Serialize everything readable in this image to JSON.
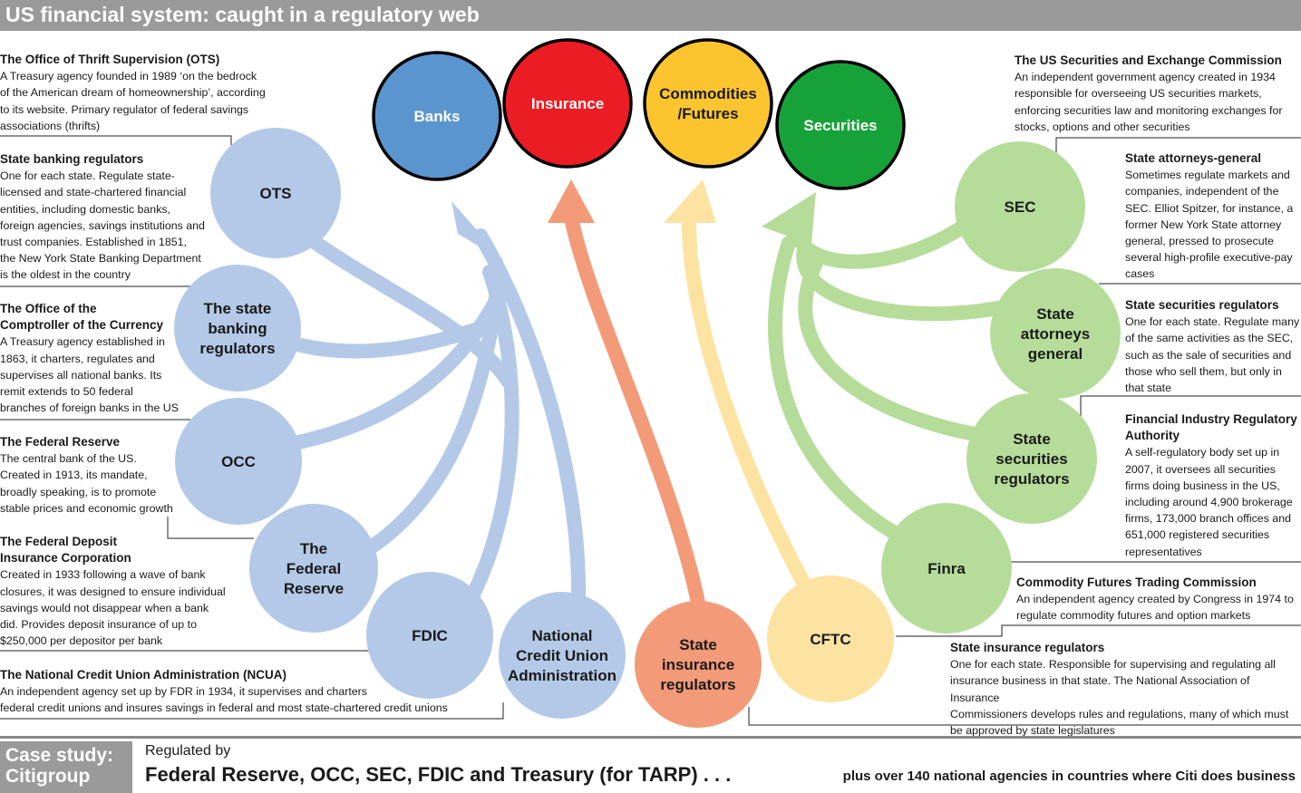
{
  "title": "US financial system: caught in a regulatory web",
  "sectors": [
    {
      "id": "banks",
      "label": [
        "Banks"
      ],
      "color": "#5b95cf",
      "text": "#ffffff"
    },
    {
      "id": "insurance",
      "label": [
        "Insurance"
      ],
      "color": "#ec1c24",
      "text": "#ffffff"
    },
    {
      "id": "commodities",
      "label": [
        "Commodities",
        "/Futures"
      ],
      "color": "#fcc52f",
      "text": "#1a1a1a"
    },
    {
      "id": "securities",
      "label": [
        "Securities"
      ],
      "color": "#17a239",
      "text": "#ffffff"
    }
  ],
  "regulators": [
    {
      "id": "ots",
      "label": [
        "OTS"
      ],
      "sector": "banks",
      "color": "#b3c9e7"
    },
    {
      "id": "state-banking",
      "label": [
        "The state",
        "banking",
        "regulators"
      ],
      "sector": "banks",
      "color": "#b3c9e7"
    },
    {
      "id": "occ",
      "label": [
        "OCC"
      ],
      "sector": "banks",
      "color": "#b3c9e7"
    },
    {
      "id": "fed",
      "label": [
        "The",
        "Federal",
        "Reserve"
      ],
      "sector": "banks",
      "color": "#b3c9e7"
    },
    {
      "id": "fdic",
      "label": [
        "FDIC"
      ],
      "sector": "banks",
      "color": "#b3c9e7"
    },
    {
      "id": "ncua",
      "label": [
        "National",
        "Credit Union",
        "Administration"
      ],
      "sector": "banks",
      "color": "#b3c9e7"
    },
    {
      "id": "state-insurance",
      "label": [
        "State",
        "insurance",
        "regulators"
      ],
      "sector": "insurance",
      "color": "#f39a78"
    },
    {
      "id": "cftc",
      "label": [
        "CFTC"
      ],
      "sector": "commodities",
      "color": "#fde3a2"
    },
    {
      "id": "finra",
      "label": [
        "Finra"
      ],
      "sector": "securities",
      "color": "#b6dc9a"
    },
    {
      "id": "state-securities",
      "label": [
        "State",
        "securities",
        "regulators"
      ],
      "sector": "securities",
      "color": "#b6dc9a"
    },
    {
      "id": "state-ag",
      "label": [
        "State",
        "attorneys",
        "general"
      ],
      "sector": "securities",
      "color": "#b6dc9a"
    },
    {
      "id": "sec",
      "label": [
        "SEC"
      ],
      "sector": "securities",
      "color": "#b6dc9a"
    }
  ],
  "descriptions": [
    {
      "id": "ots",
      "heading": "The Office of Thrift Supervision (OTS)",
      "lines": [
        "A Treasury agency founded in 1989 ‘on the bedrock",
        "of the American dream of homeownership’, according",
        "to its website. Primary regulator of federal savings",
        "associations (thrifts)"
      ]
    },
    {
      "id": "state-banking",
      "heading": "State banking regulators",
      "lines": [
        "One for each state. Regulate state-",
        "licensed and state-chartered financial",
        "entities, including domestic banks,",
        "foreign agencies, savings institutions and",
        "trust companies. Established in 1851,",
        "the New York State Banking Department",
        "is the oldest in the country"
      ]
    },
    {
      "id": "occ",
      "heading": "The Office of the\nComptroller of the Currency",
      "lines": [
        "A Treasury agency established in",
        "1863, it charters, regulates and",
        "supervises all national banks. Its",
        "remit extends to 50 federal",
        "branches of foreign banks in the US"
      ]
    },
    {
      "id": "fed",
      "heading": "The Federal Reserve",
      "lines": [
        "The central bank of the US.",
        "Created in 1913, its mandate,",
        "broadly speaking, is to promote",
        "stable prices and economic growth"
      ]
    },
    {
      "id": "fdic",
      "heading": "The Federal Deposit\nInsurance Corporation",
      "lines": [
        "Created in 1933 following a wave of bank",
        "closures, it was designed to ensure individual",
        "savings would not disappear when a bank",
        "did. Provides deposit insurance of up to",
        "$250,000 per depositor per bank"
      ]
    },
    {
      "id": "ncua",
      "heading": "The National Credit Union Administration (NCUA)",
      "lines": [
        "An independent agency set up by FDR in 1934, it supervises and charters",
        "federal credit unions and insures savings in federal and most state-chartered credit unions"
      ]
    },
    {
      "id": "sec",
      "heading": "The US Securities and Exchange Commission",
      "lines": [
        "An independent government agency created in 1934",
        "responsible for overseeing US securities markets,",
        "enforcing securities law and monitoring exchanges for",
        "stocks, options and other securities"
      ]
    },
    {
      "id": "state-ag",
      "heading": "State attorneys-general",
      "lines": [
        "Sometimes regulate markets and",
        "companies, independent of the",
        "SEC. Elliot Spitzer, for instance, a",
        "former New York State attorney",
        "general, pressed to prosecute",
        "several high-profile executive-pay",
        "cases"
      ]
    },
    {
      "id": "state-securities",
      "heading": "State securities regulators",
      "lines": [
        "One for each state. Regulate many",
        "of the same activities as the SEC,",
        "such as the sale of securities and",
        "those who sell them, but only in",
        "that state"
      ]
    },
    {
      "id": "finra",
      "heading": "Financial Industry Regulatory\nAuthority",
      "lines": [
        "A self-regulatory body set up in",
        "2007, it oversees all securities",
        "firms doing business in the US,",
        "including around 4,900 brokerage",
        "firms, 173,000 branch offices and",
        "651,000 registered securities",
        "representatives"
      ]
    },
    {
      "id": "cftc",
      "heading": "Commodity Futures Trading Commission",
      "lines": [
        "An independent agency created by Congress in 1974 to",
        "regulate commodity futures and option markets"
      ]
    },
    {
      "id": "state-insurance",
      "heading": "State insurance regulators",
      "lines": [
        "One for each state. Responsible for supervising and regulating all",
        "insurance business in that state. The National Association of Insurance",
        "Commissioners develops rules and regulations, many of which must",
        "be approved by state legislatures"
      ]
    }
  ],
  "footer": {
    "case_study": [
      "Case study:",
      "Citigroup"
    ],
    "regulated_by": "Regulated by",
    "regulators_list": "Federal Reserve, OCC, SEC, FDIC and Treasury (for TARP) . . .",
    "plus": "plus over 140 national agencies in countries where Citi does business"
  }
}
